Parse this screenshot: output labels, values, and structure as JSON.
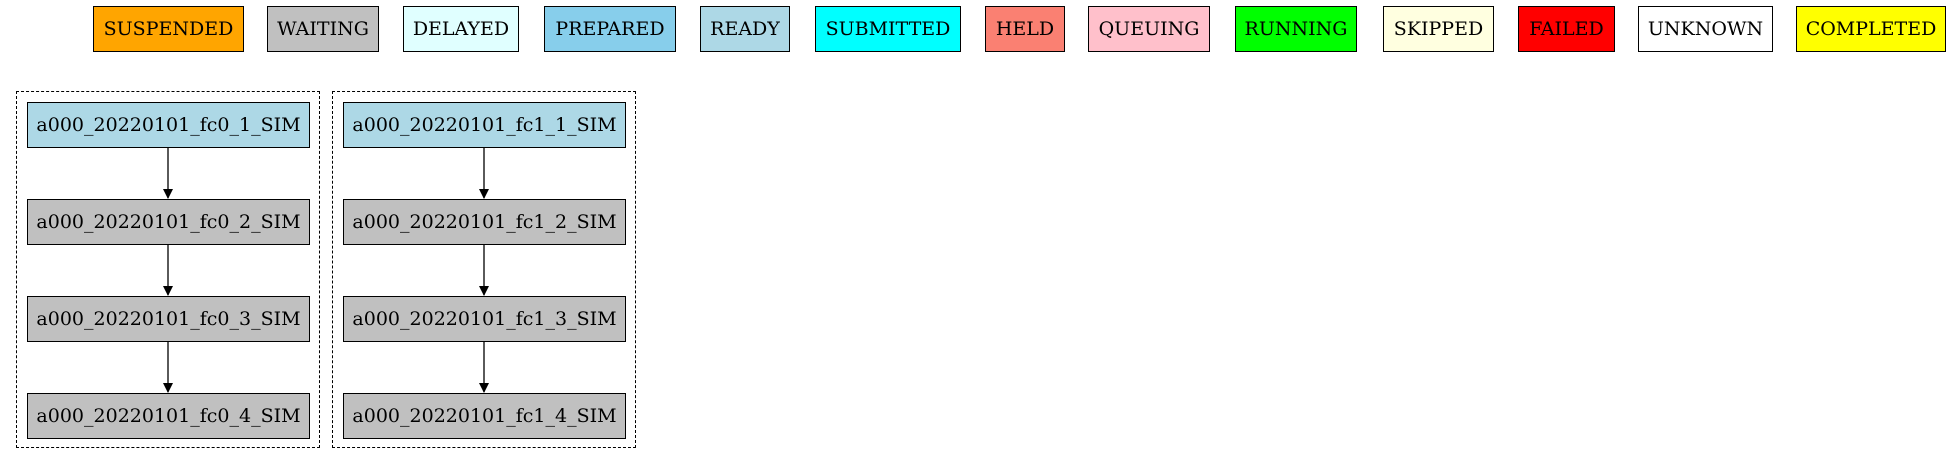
{
  "legend": [
    {
      "label": "SUSPENDED",
      "color": "#FFA500"
    },
    {
      "label": "WAITING",
      "color": "#C0C0C0"
    },
    {
      "label": "DELAYED",
      "color": "#E0FFFF"
    },
    {
      "label": "PREPARED",
      "color": "#87CEEB"
    },
    {
      "label": "READY",
      "color": "#ADD8E6"
    },
    {
      "label": "SUBMITTED",
      "color": "#00FFFF"
    },
    {
      "label": "HELD",
      "color": "#FA8072"
    },
    {
      "label": "QUEUING",
      "color": "#FFC0CB"
    },
    {
      "label": "RUNNING",
      "color": "#00FF00"
    },
    {
      "label": "SKIPPED",
      "color": "#FFFFE0"
    },
    {
      "label": "FAILED",
      "color": "#FF0000"
    },
    {
      "label": "UNKNOWN",
      "color": "#FFFFFF"
    },
    {
      "label": "COMPLETED",
      "color": "#FFFF00"
    }
  ],
  "clusters": [
    {
      "jobs": [
        {
          "label": "a000_20220101_fc0_1_SIM",
          "status": "READY"
        },
        {
          "label": "a000_20220101_fc0_2_SIM",
          "status": "WAITING"
        },
        {
          "label": "a000_20220101_fc0_3_SIM",
          "status": "WAITING"
        },
        {
          "label": "a000_20220101_fc0_4_SIM",
          "status": "WAITING"
        }
      ]
    },
    {
      "jobs": [
        {
          "label": "a000_20220101_fc1_1_SIM",
          "status": "READY"
        },
        {
          "label": "a000_20220101_fc1_2_SIM",
          "status": "WAITING"
        },
        {
          "label": "a000_20220101_fc1_3_SIM",
          "status": "WAITING"
        },
        {
          "label": "a000_20220101_fc1_4_SIM",
          "status": "WAITING"
        }
      ]
    }
  ]
}
